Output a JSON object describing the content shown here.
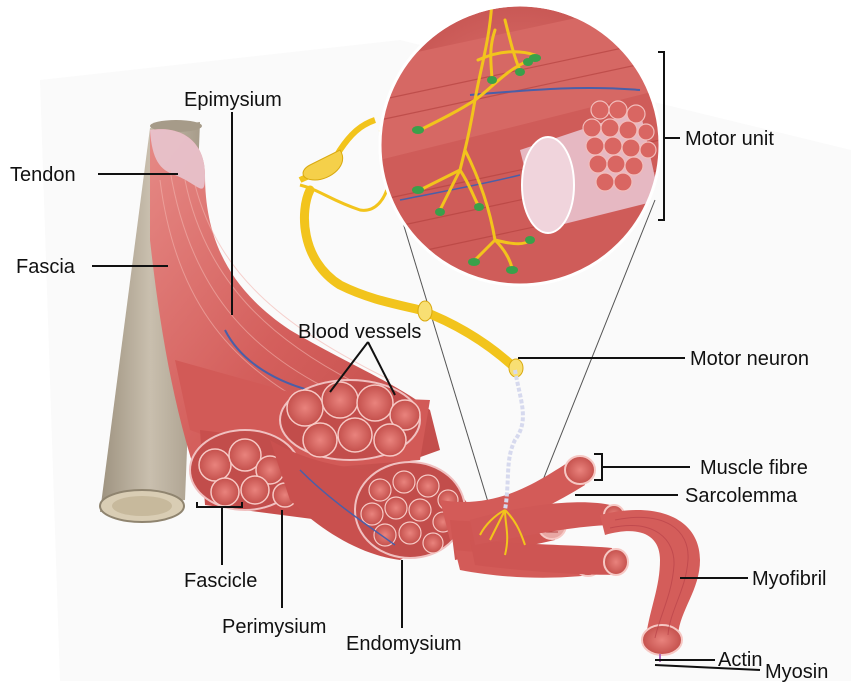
{
  "labels": {
    "epimysium": "Epimysium",
    "tendon": "Tendon",
    "fascia": "Fascia",
    "blood_vessels": "Blood vessels",
    "motor_unit": "Motor unit",
    "motor_neuron": "Motor neuron",
    "muscle_fibre": "Muscle fibre",
    "sarcolemma": "Sarcolemma",
    "myofibril": "Myofibril",
    "actin": "Actin",
    "myosin": "Myosin",
    "fascicle": "Fascicle",
    "perimysium": "Perimysium",
    "endomysium": "Endomysium"
  },
  "colors": {
    "muscle": "#d9605f",
    "muscle_dark": "#b8413f",
    "muscle_light": "#f0a8a4",
    "tendon": "#b8ad9c",
    "nerve": "#f2c41c",
    "nerve_terminal": "#3aa04a",
    "vessel": "#4a5fa8"
  }
}
